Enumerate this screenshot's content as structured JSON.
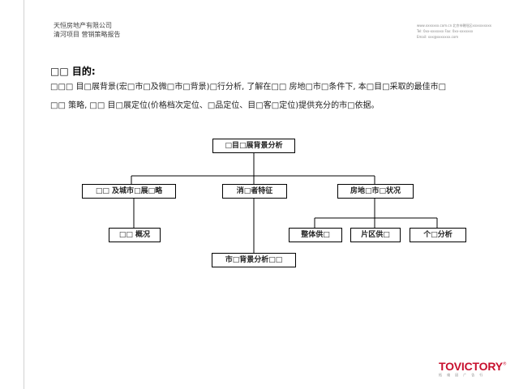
{
  "header": {
    "company": "天恒房地产有限公司",
    "report": "清河项目  营销策略报告",
    "contact_line1": "www.xxxxxxx.com.cn  北京市朝阳区xxxxxxxxxx",
    "contact_line2": "Tel: 0xx-xxxxxxx  Fax: 0xx-xxxxxxx",
    "contact_line3": "Email: xxx@xxxxxxx.com"
  },
  "section": {
    "title": "□□ 目的:",
    "line1": "□□□ 目□展背景(宏□市□及微□市□背景)□行分析, 了解在□□ 房地□市□条件下, 本□目□采取的最佳市□",
    "line2": "□□ 策略, □□ 目□展定位(价格档次定位、□品定位、目□客□定位)提供充分的市□依据。"
  },
  "diagram": {
    "root": "□目□展背景分析",
    "level1": [
      "□□ 及城市□展□略",
      "消□者特征",
      "房地□市□状况"
    ],
    "overview": "□□ 概况",
    "conclusion": "市□背景分析□□",
    "market_children": [
      "整体供□",
      "片区供□",
      "个□分析"
    ]
  },
  "logo": {
    "name": "TOVICTORY",
    "reg": "®",
    "tagline": "拓 维 因 广 告 行"
  }
}
